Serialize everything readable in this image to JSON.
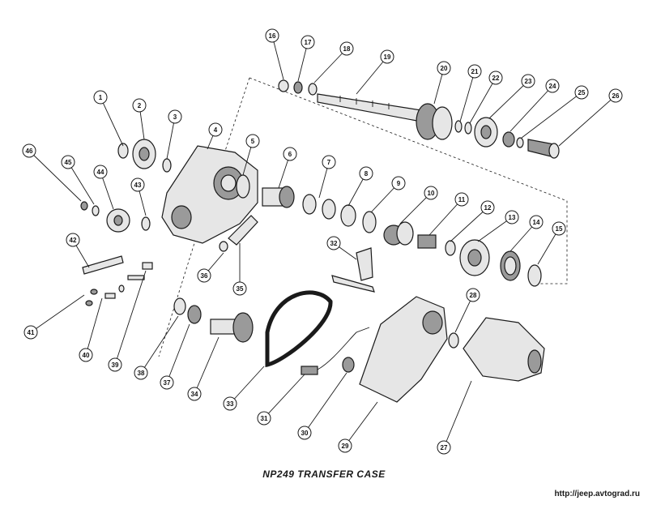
{
  "caption": "NP249 TRANSFER CASE",
  "source_url": "http://jeep.avtograd.ru",
  "callouts": [
    "1",
    "2",
    "3",
    "4",
    "5",
    "6",
    "7",
    "8",
    "9",
    "10",
    "11",
    "12",
    "13",
    "14",
    "15",
    "16",
    "17",
    "18",
    "19",
    "20",
    "21",
    "22",
    "23",
    "24",
    "25",
    "26",
    "27",
    "28",
    "29",
    "30",
    "31",
    "32",
    "33",
    "34",
    "35",
    "36",
    "37",
    "38",
    "39",
    "40",
    "41",
    "42",
    "43",
    "44",
    "45",
    "46"
  ]
}
